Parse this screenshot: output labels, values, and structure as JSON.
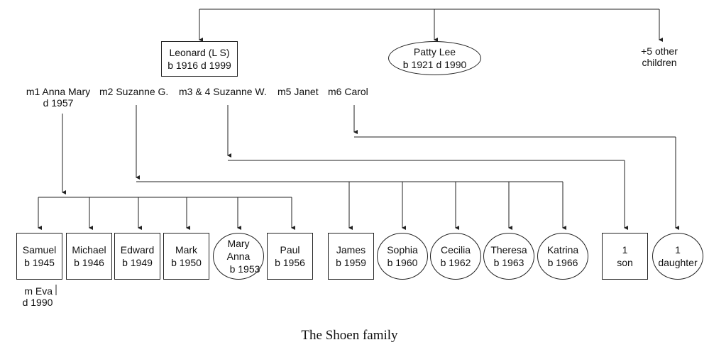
{
  "title": "The Shoen family",
  "parents": {
    "leonard": {
      "name": "Leonard (L S)",
      "dates": "b 1916 d 1999"
    },
    "patty": {
      "name": "Patty Lee",
      "dates": "b 1921 d 1990"
    },
    "others": {
      "line1": "+5 other",
      "line2": "children"
    }
  },
  "marriages": {
    "m1": {
      "line1": "m1 Anna Mary",
      "line2": "d 1957"
    },
    "m2": "m2 Suzanne G.",
    "m3": "m3 & 4 Suzanne W.",
    "m5": "m5 Janet",
    "m6": "m6 Carol"
  },
  "children": [
    {
      "name": "Samuel",
      "year": "b 1945"
    },
    {
      "name": "Michael",
      "year": "b 1946"
    },
    {
      "name": "Edward",
      "year": "b 1949"
    },
    {
      "name": "Mark",
      "year": "b 1950"
    },
    {
      "name1": "Mary",
      "name2": "Anna",
      "year": "b 1953"
    },
    {
      "name": "Paul",
      "year": "b 1956"
    },
    {
      "name": "James",
      "year": "b 1959"
    },
    {
      "name": "Sophia",
      "year": "b 1960"
    },
    {
      "name": "Cecilia",
      "year": "b 1962"
    },
    {
      "name": "Theresa",
      "year": "b 1963"
    },
    {
      "name": "Katrina",
      "year": "b 1966"
    },
    {
      "name": "1",
      "year": "son"
    },
    {
      "name": "1",
      "year": "daughter"
    }
  ],
  "samuel_spouse": {
    "line1": "m Eva",
    "line2": "d 1990"
  }
}
